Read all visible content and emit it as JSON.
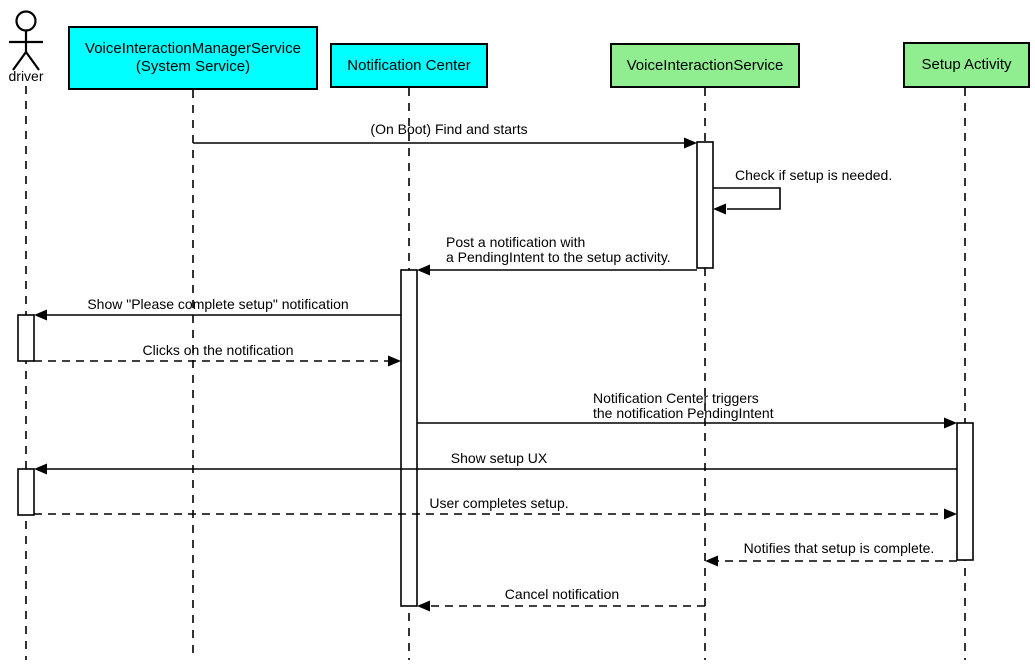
{
  "colors": {
    "participant_cyan": "#00FFFF",
    "participant_green": "#90EE90",
    "stroke": "#000000",
    "activation_fill": "#FFFFFF",
    "background": "#FFFFFF"
  },
  "participants": {
    "driver": {
      "label": "driver",
      "kind": "actor"
    },
    "vims": {
      "label": "VoiceInteractionManagerService",
      "sublabel": "(System Service)",
      "kind": "participant",
      "color": "#00FFFF"
    },
    "nc": {
      "label": "Notification Center",
      "kind": "participant",
      "color": "#00FFFF"
    },
    "vis": {
      "label": "VoiceInteractionService",
      "kind": "participant",
      "color": "#90EE90"
    },
    "sa": {
      "label": "Setup Activity",
      "kind": "participant",
      "color": "#90EE90"
    }
  },
  "messages": {
    "m1": {
      "label": "(On Boot) Find and starts",
      "from": "vims",
      "to": "vis",
      "line": "solid"
    },
    "m2": {
      "label": "Check if setup is needed.",
      "from": "vis",
      "to": "vis",
      "line": "solid",
      "self_message": true
    },
    "m3": {
      "label": "Post a notification with\na PendingIntent to the setup activity.",
      "from": "vis",
      "to": "nc",
      "line": "solid"
    },
    "m4": {
      "label": "Show \"Please complete setup\" notification",
      "from": "nc",
      "to": "driver",
      "line": "solid"
    },
    "m5": {
      "label": "Clicks on the notification",
      "from": "driver",
      "to": "nc",
      "line": "dashed"
    },
    "m6": {
      "label": "Notification Center triggers\nthe notification PendingIntent",
      "from": "nc",
      "to": "sa",
      "line": "solid"
    },
    "m7": {
      "label": "Show setup UX",
      "from": "sa",
      "to": "driver",
      "line": "solid"
    },
    "m8": {
      "label": "User completes setup.",
      "from": "driver",
      "to": "sa",
      "line": "dashed"
    },
    "m9": {
      "label": "Notifies that setup is complete.",
      "from": "sa",
      "to": "vis",
      "line": "dashed"
    },
    "m10": {
      "label": "Cancel notification",
      "from": "vis",
      "to": "nc",
      "line": "dashed"
    }
  }
}
